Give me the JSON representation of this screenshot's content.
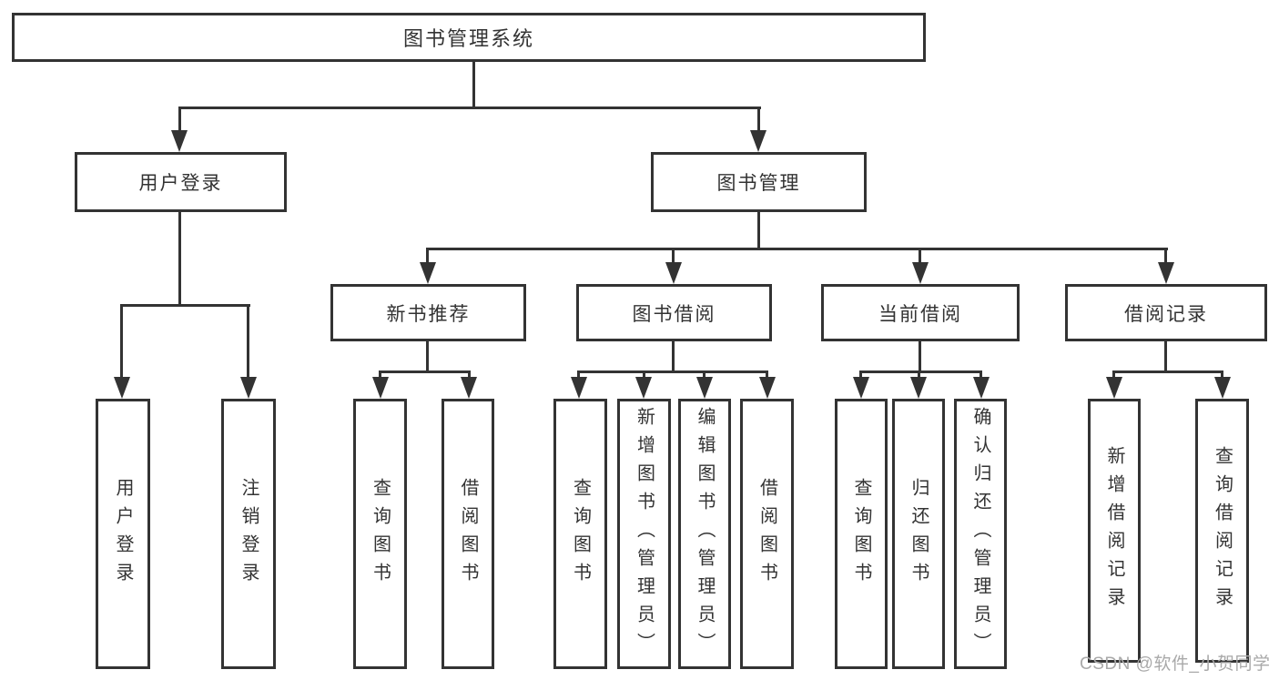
{
  "colors": {
    "line": "#333333",
    "text": "#333333",
    "watermark": "#a9a9a9",
    "background": "#ffffff"
  },
  "nodes": {
    "root": "图书管理系统",
    "user_login": "用户登录",
    "book_mgmt": "图书管理",
    "new_book_rec": "新书推荐",
    "book_borrow": "图书借阅",
    "current_borrow": "当前借阅",
    "borrow_records": "借阅记录",
    "leaf_user_login": "用户登录",
    "leaf_logout": "注销登录",
    "leaf_query_book_a": "查询图书",
    "leaf_borrow_book_a": "借阅图书",
    "leaf_query_book_b": "查询图书",
    "leaf_add_book": "新增图书（管理员）",
    "leaf_edit_book": "编辑图书（管理员）",
    "leaf_borrow_book_b": "借阅图书",
    "leaf_query_book_c": "查询图书",
    "leaf_return_book": "归还图书",
    "leaf_confirm_return": "确认归还（管理员）",
    "leaf_add_record": "新增借阅记录",
    "leaf_query_record": "查询借阅记录"
  },
  "watermark": {
    "text": "CSDN @软件_小贺同学"
  }
}
